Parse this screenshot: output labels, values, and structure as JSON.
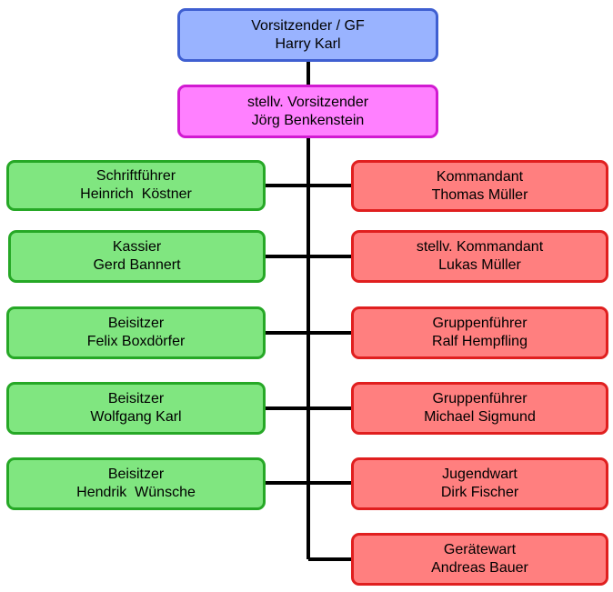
{
  "colors": {
    "chair": "#99b3ff",
    "deputy": "#ff80ff",
    "board": "#80e680",
    "operations": "#ff7f7f",
    "connector": "#000000"
  },
  "top": [
    {
      "role": "Vorsitzender / GF",
      "name": "Harry Karl"
    },
    {
      "role": "stellv. Vorsitzender",
      "name": "Jörg Benkenstein"
    }
  ],
  "left": [
    {
      "role": "Schriftführer",
      "name": "Heinrich  Köstner"
    },
    {
      "role": "Kassier",
      "name": "Gerd Bannert"
    },
    {
      "role": "Beisitzer",
      "name": "Felix Boxdörfer"
    },
    {
      "role": "Beisitzer",
      "name": "Wolfgang Karl"
    },
    {
      "role": "Beisitzer",
      "name": "Hendrik  Wünsche"
    }
  ],
  "right": [
    {
      "role": "Kommandant",
      "name": "Thomas Müller"
    },
    {
      "role": "stellv. Kommandant",
      "name": "Lukas Müller"
    },
    {
      "role": "Gruppenführer",
      "name": "Ralf Hempfling"
    },
    {
      "role": "Gruppenführer",
      "name": "Michael Sigmund"
    },
    {
      "role": "Jugendwart",
      "name": "Dirk Fischer"
    },
    {
      "role": "Gerätewart",
      "name": "Andreas Bauer"
    }
  ]
}
